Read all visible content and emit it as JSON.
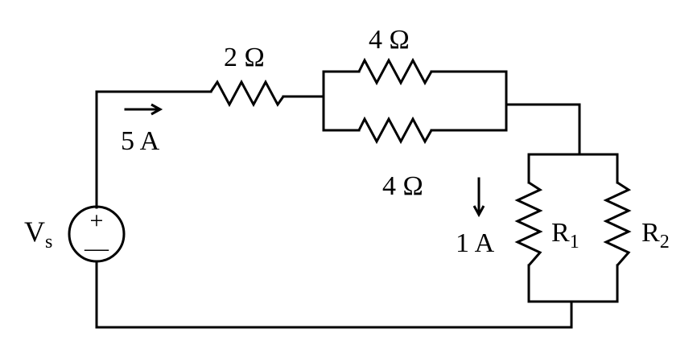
{
  "components": {
    "source": {
      "symbol": "V",
      "subscript": "s",
      "plus": "+",
      "minus": "—"
    },
    "series_resistor": {
      "label": "2 Ω"
    },
    "parallel_top_resistor": {
      "label": "4 Ω"
    },
    "parallel_bottom_resistor": {
      "label": "4 Ω"
    },
    "r1": {
      "symbol": "R",
      "subscript": "1"
    },
    "r2": {
      "symbol": "R",
      "subscript": "2"
    }
  },
  "currents": {
    "source_current": {
      "label": "5 A",
      "direction": "right"
    },
    "r1_current": {
      "label": "1 A",
      "direction": "down"
    }
  },
  "colors": {
    "stroke": "#000000",
    "background": "#ffffff"
  }
}
